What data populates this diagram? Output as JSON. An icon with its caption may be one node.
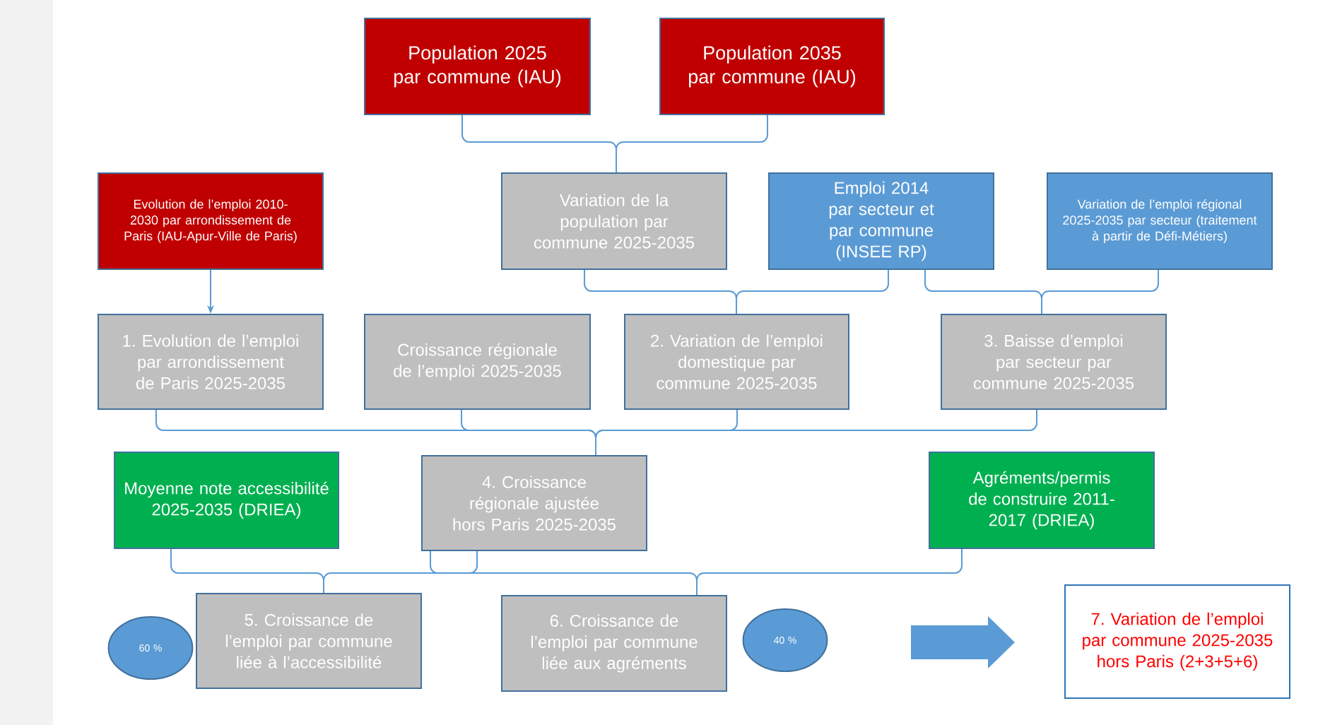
{
  "diagram": {
    "nodes": [
      {
        "text": [
          "Population 2025 par commune (IAU)"
        ]
      },
      {
        "text": [
          "Population 2035 par commune (IAU)"
        ]
      },
      {
        "text": [
          "Evolution de l’emploi 2010-2030 par arrondissement de Paris (IAU-Apur-Ville de Paris)"
        ]
      },
      {
        "text": [
          "Variation de la population par commune 2025-2035"
        ]
      },
      {
        "text": [
          "Emploi 2014 par secteur et par commune (INSEE RP)"
        ]
      },
      {
        "text": [
          "Variation de l’emploi régional 2025-2035 par secteur (traitement à partir de Défi-Métiers)"
        ]
      },
      {
        "text": [
          "1. Evolution de l’emploi par arrondissement de Paris 2025-2035"
        ]
      },
      {
        "text": [
          "Croissance régionale de l’emploi 2025-2035"
        ]
      },
      {
        "text": [
          "2. Variation de l’emploi domestique par commune 2025-2035"
        ]
      },
      {
        "text": [
          "3. Baisse d’emploi par secteur par commune 2025-2035"
        ]
      },
      {
        "text": [
          "Moyenne note accessibilité 2025-2035 (DRIEA)"
        ]
      },
      {
        "text": [
          "4. Croissance régionale ajustée hors Paris 2025-2035"
        ]
      },
      {
        "text": [
          "Agréments/permis de construire 2011-2017 (DRIEA)"
        ]
      },
      {
        "text": [
          "60 %"
        ]
      },
      {
        "text": [
          "5. Croissance de l’emploi par commune liée à l’accessibilité"
        ]
      },
      {
        "text": [
          "6. Croissance de l’emploi par commune liée aux agréments"
        ]
      },
      {
        "text": [
          "40 %"
        ]
      },
      {
        "text": [
          "7. Variation de l’emploi par commune 2025-2035 hors Paris (2+3+5+6)"
        ]
      }
    ],
    "edges": [
      {
        "from": 0,
        "to": 3,
        "arrow": "none"
      },
      {
        "from": 1,
        "to": 3,
        "arrow": "none"
      },
      {
        "from": 2,
        "to": 6,
        "arrow": "to"
      },
      {
        "from": 3,
        "to": 8,
        "arrow": "none"
      },
      {
        "from": 4,
        "to": 8,
        "arrow": "none"
      },
      {
        "from": 4,
        "to": 9,
        "arrow": "none"
      },
      {
        "from": 5,
        "to": 9,
        "arrow": "none"
      },
      {
        "from": 6,
        "to": 11,
        "arrow": "none"
      },
      {
        "from": 7,
        "to": 11,
        "arrow": "none"
      },
      {
        "from": 8,
        "to": 11,
        "arrow": "none"
      },
      {
        "from": 9,
        "to": 11,
        "arrow": "none"
      },
      {
        "from": 10,
        "to": 14,
        "arrow": "none"
      },
      {
        "from": 11,
        "to": 14,
        "arrow": "none"
      },
      {
        "from": 11,
        "to": 15,
        "arrow": "none"
      },
      {
        "from": 12,
        "to": 15,
        "arrow": "none"
      }
    ]
  }
}
